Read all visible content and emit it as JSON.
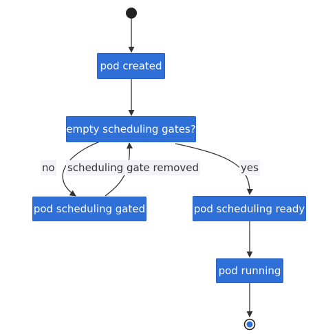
{
  "diagram": {
    "nodes": {
      "pod_created": "pod created",
      "empty_gates": "empty scheduling gates?",
      "gated": "pod scheduling gated",
      "ready": "pod scheduling ready",
      "running": "pod running"
    },
    "edge_labels": {
      "no": "no",
      "gate_removed": "scheduling gate removed",
      "yes": "yes"
    },
    "colors": {
      "node_fill": "#2f6fd8",
      "node_text": "#ffffff",
      "edge": "#333333",
      "start": "#222222",
      "end_inner": "#2f6fd8"
    }
  }
}
